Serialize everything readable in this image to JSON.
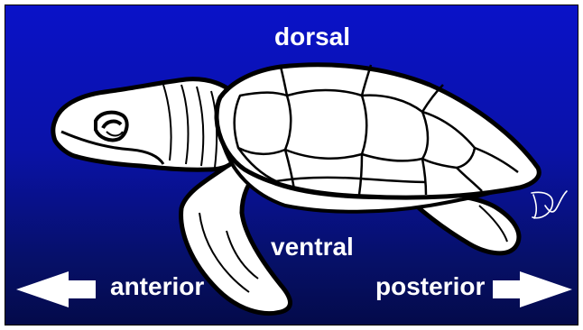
{
  "labels": {
    "dorsal": "dorsal",
    "ventral": "ventral",
    "anterior": "anterior",
    "posterior": "posterior"
  },
  "signature": "DW",
  "colors": {
    "background_top": "#0a12c8",
    "background_bottom": "#040a4a",
    "text": "#ffffff",
    "outline": "#000000"
  },
  "icons": [
    "left-arrow-icon",
    "right-arrow-icon",
    "sea-turtle-illustration"
  ]
}
